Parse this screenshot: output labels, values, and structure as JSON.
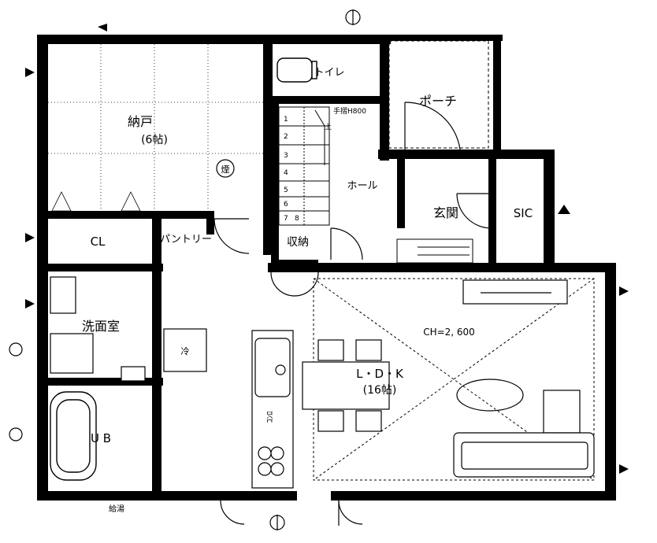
{
  "rooms": {
    "storage": {
      "name": "納戸",
      "size": "(6帖)"
    },
    "closet": {
      "name": "CL"
    },
    "pantry": {
      "name": "パントリー"
    },
    "washroom": {
      "name": "洗面室"
    },
    "bath": {
      "name": "U B"
    },
    "toilet": {
      "name": "トイレ"
    },
    "hall": {
      "name": "ホール"
    },
    "entrance": {
      "name": "玄関"
    },
    "sic": {
      "name": "SIC"
    },
    "porch": {
      "name": "ポーチ"
    },
    "ldk": {
      "name": "L・D・K",
      "size": "(16帖)"
    },
    "under_stairs": {
      "name": "収納"
    }
  },
  "annotations": {
    "ceiling_height": "CH=2, 600",
    "handrail": "手摺H800",
    "smoke_detector": "煙",
    "fridge": "冷",
    "range_hood": "ｺﾝﾛ",
    "gas_meter": "給湯"
  },
  "stairs": {
    "steps": [
      "1",
      "2",
      "3",
      "4",
      "5",
      "6",
      "7",
      "8"
    ],
    "up_label": "上"
  },
  "colors": {
    "wall": "#000000",
    "line": "#000000",
    "background": "#ffffff"
  }
}
